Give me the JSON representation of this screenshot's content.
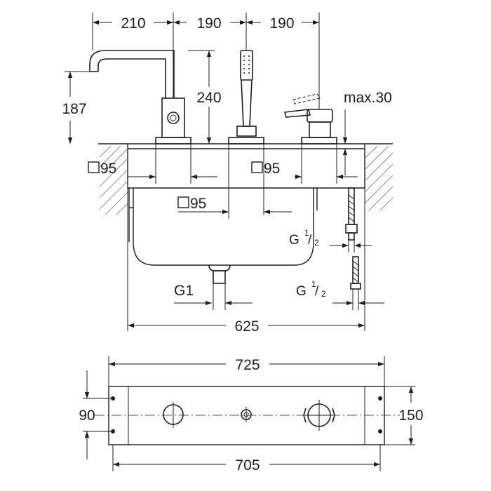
{
  "dimensions": {
    "top": [
      "210",
      "190",
      "190"
    ],
    "spout_height": "187",
    "hand_shower_height": "240",
    "max_thickness": "max.30",
    "hole_label": "95",
    "g1": "G1",
    "g_half_prefix": "G",
    "g_half_num": "1",
    "g_half_den": "2",
    "overall_width": "625",
    "plate_width": "725",
    "plate_inner": "705",
    "plate_height": "150",
    "plate_holes": "90"
  },
  "colors": {
    "line": "#1e1e1e",
    "hatch": "#8a8a8a",
    "background": "#ffffff"
  }
}
